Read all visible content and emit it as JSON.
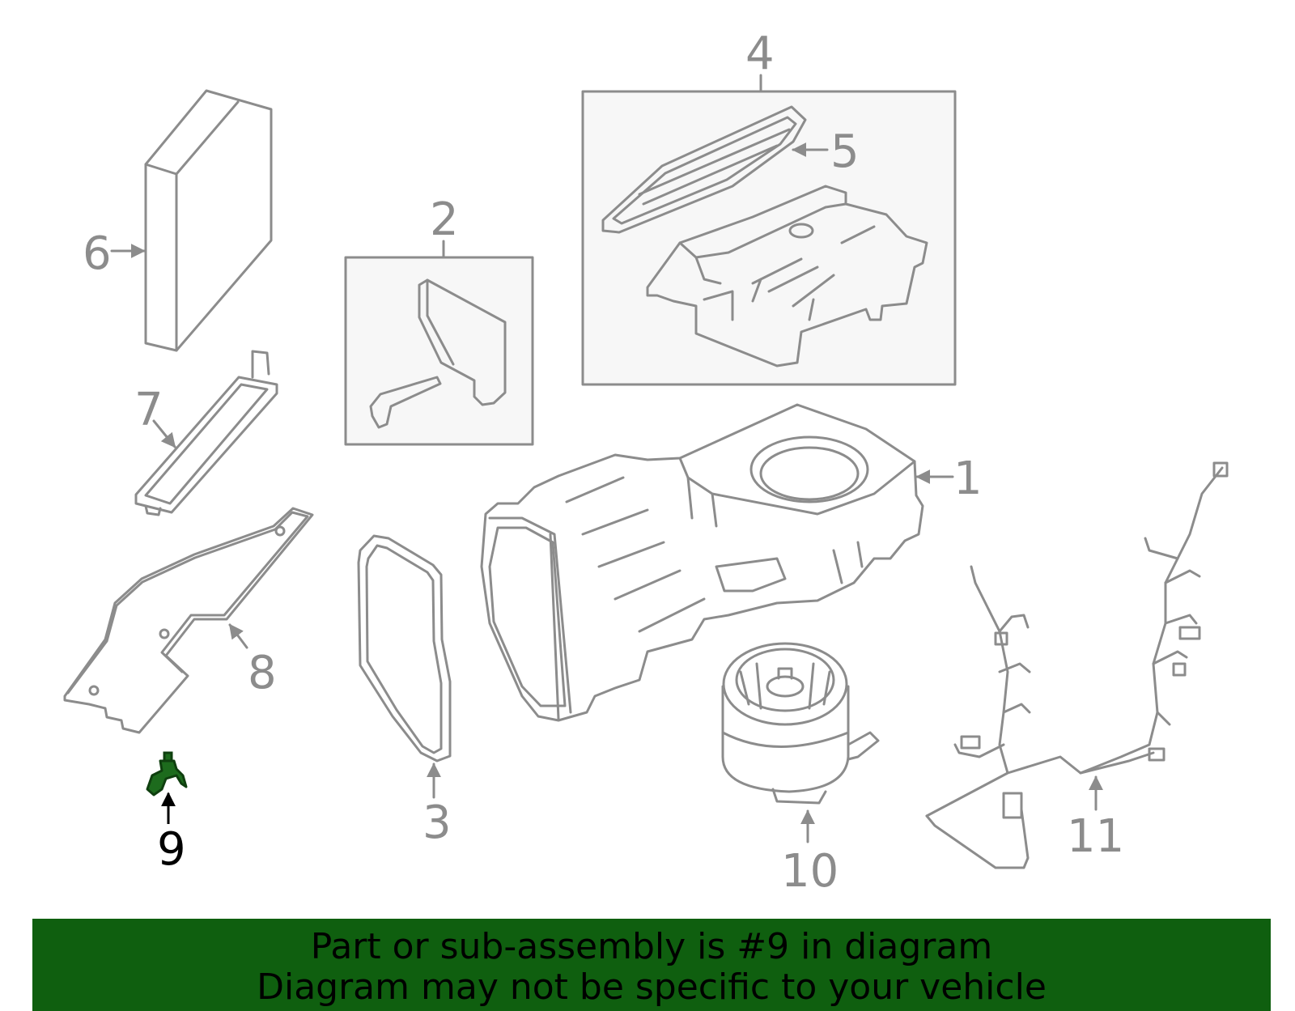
{
  "colors": {
    "line": "#8c8c8c",
    "box_fill": "#f7f7f7",
    "highlight": "#1d6b1d",
    "banner_bg": "#0f5f0f",
    "banner_text": "#000000"
  },
  "callouts": [
    {
      "id": "1",
      "label": "1"
    },
    {
      "id": "2",
      "label": "2"
    },
    {
      "id": "3",
      "label": "3"
    },
    {
      "id": "4",
      "label": "4"
    },
    {
      "id": "5",
      "label": "5"
    },
    {
      "id": "6",
      "label": "6"
    },
    {
      "id": "7",
      "label": "7"
    },
    {
      "id": "8",
      "label": "8"
    },
    {
      "id": "9",
      "label": "9",
      "highlighted": true
    },
    {
      "id": "10",
      "label": "10"
    },
    {
      "id": "11",
      "label": "11"
    }
  ],
  "banner": {
    "line1": "Part or sub-assembly is #9 in diagram",
    "line2": "Diagram may not be specific to your vehicle"
  }
}
